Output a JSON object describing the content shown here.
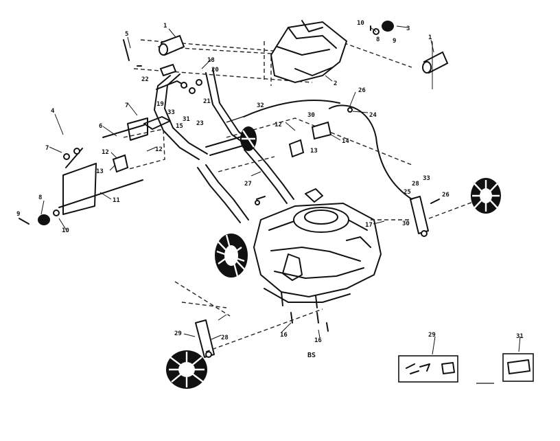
{
  "diagram": {
    "label": "BS",
    "callouts": [
      {
        "id": "c1a",
        "text": "1"
      },
      {
        "id": "c1b",
        "text": "1"
      },
      {
        "id": "c2",
        "text": "2"
      },
      {
        "id": "c3",
        "text": "3"
      },
      {
        "id": "c4",
        "text": "4"
      },
      {
        "id": "c5",
        "text": "5"
      },
      {
        "id": "c6",
        "text": "6"
      },
      {
        "id": "c7a",
        "text": "7"
      },
      {
        "id": "c7b",
        "text": "7"
      },
      {
        "id": "c8a",
        "text": "8"
      },
      {
        "id": "c8b",
        "text": "8"
      },
      {
        "id": "c9a",
        "text": "9"
      },
      {
        "id": "c9b",
        "text": "9"
      },
      {
        "id": "c10a",
        "text": "10"
      },
      {
        "id": "c10b",
        "text": "10"
      },
      {
        "id": "c11",
        "text": "11"
      },
      {
        "id": "c12a",
        "text": "12"
      },
      {
        "id": "c12b",
        "text": "12"
      },
      {
        "id": "c12c",
        "text": "12"
      },
      {
        "id": "c13a",
        "text": "13"
      },
      {
        "id": "c13b",
        "text": "13"
      },
      {
        "id": "c14",
        "text": "14"
      },
      {
        "id": "c15",
        "text": "15"
      },
      {
        "id": "c16a",
        "text": "16"
      },
      {
        "id": "c16b",
        "text": "16"
      },
      {
        "id": "c17",
        "text": "17"
      },
      {
        "id": "c18",
        "text": "18"
      },
      {
        "id": "c19",
        "text": "19"
      },
      {
        "id": "c20",
        "text": "20"
      },
      {
        "id": "c21",
        "text": "21"
      },
      {
        "id": "c22",
        "text": "22"
      },
      {
        "id": "c23",
        "text": "23"
      },
      {
        "id": "c24",
        "text": "24"
      },
      {
        "id": "c25",
        "text": "25"
      },
      {
        "id": "c26a",
        "text": "26"
      },
      {
        "id": "c26b",
        "text": "26"
      },
      {
        "id": "c27",
        "text": "27"
      },
      {
        "id": "c28a",
        "text": "28"
      },
      {
        "id": "c28b",
        "text": "28"
      },
      {
        "id": "c29a",
        "text": "29"
      },
      {
        "id": "c29b",
        "text": "29"
      },
      {
        "id": "c30a",
        "text": "30"
      },
      {
        "id": "c30b",
        "text": "30"
      },
      {
        "id": "c31a",
        "text": "31"
      },
      {
        "id": "c31b",
        "text": "31"
      },
      {
        "id": "c32",
        "text": "32"
      },
      {
        "id": "c33a",
        "text": "33"
      },
      {
        "id": "c33b",
        "text": "33"
      }
    ]
  }
}
